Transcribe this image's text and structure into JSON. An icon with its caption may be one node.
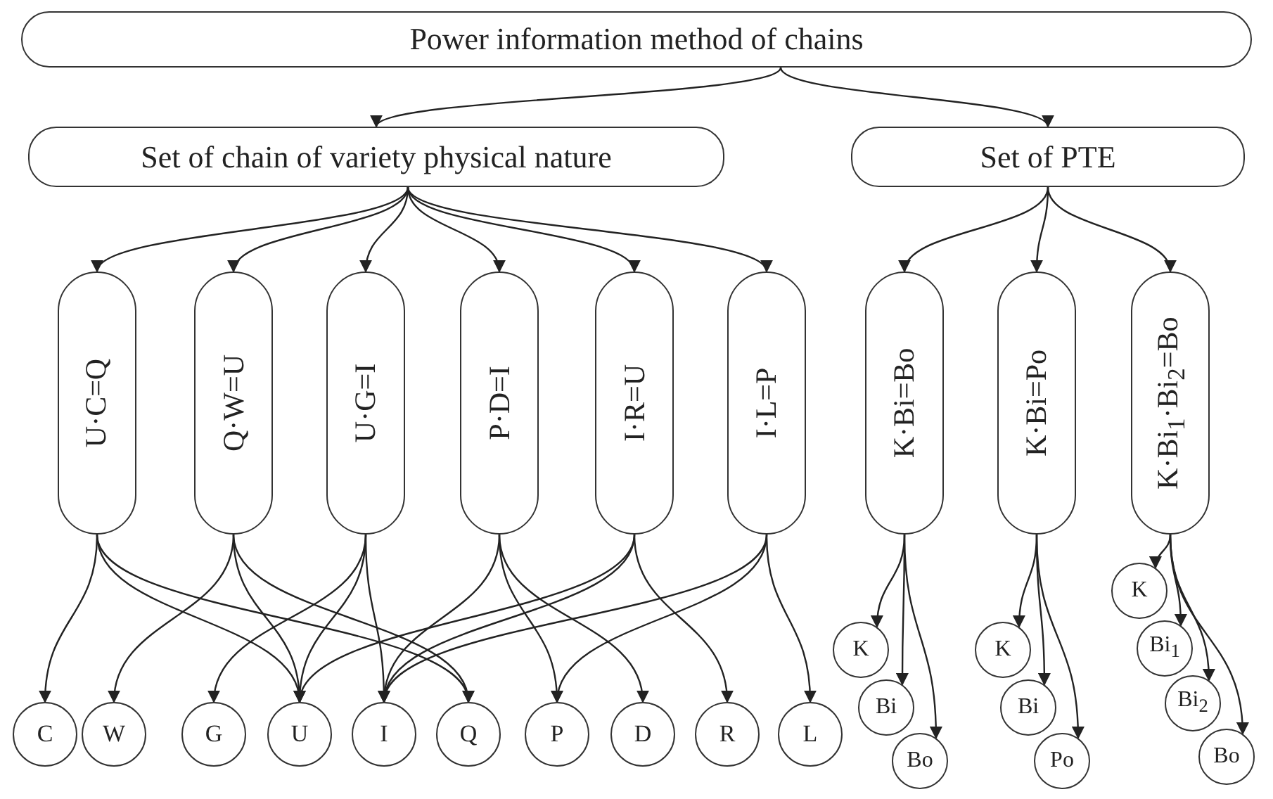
{
  "diagram": {
    "nodes": [
      {
        "text": [
          "Power information method of chains"
        ]
      },
      {
        "text": [
          "Set of chain of variety physical nature"
        ]
      },
      {
        "text": [
          "Set of PTE"
        ]
      },
      {
        "text": [
          "U·C=Q"
        ]
      },
      {
        "text": [
          "Q·W=U"
        ]
      },
      {
        "text": [
          "U·G=I"
        ]
      },
      {
        "text": [
          "P·D=I"
        ]
      },
      {
        "text": [
          "I·R=U"
        ]
      },
      {
        "text": [
          "I·L=P"
        ]
      },
      {
        "text": [
          "K·Bi=Bo"
        ]
      },
      {
        "text": [
          "K·Bi=Po"
        ]
      },
      {
        "text": [
          "K·Bi$_{1}$·Bi$_{2}$=Bo"
        ]
      },
      {
        "text": [
          "C"
        ]
      },
      {
        "text": [
          "W"
        ]
      },
      {
        "text": [
          "G"
        ]
      },
      {
        "text": [
          "U"
        ]
      },
      {
        "text": [
          "I"
        ]
      },
      {
        "text": [
          "Q"
        ]
      },
      {
        "text": [
          "P"
        ]
      },
      {
        "text": [
          "D"
        ]
      },
      {
        "text": [
          "R"
        ]
      },
      {
        "text": [
          "L"
        ]
      },
      {
        "text": [
          "K"
        ]
      },
      {
        "text": [
          "Bi"
        ]
      },
      {
        "text": [
          "Bo"
        ]
      },
      {
        "text": [
          "K"
        ]
      },
      {
        "text": [
          "Bi"
        ]
      },
      {
        "text": [
          "Po"
        ]
      },
      {
        "text": [
          "K"
        ]
      },
      {
        "text": [
          "Bi$_{1}$"
        ]
      },
      {
        "text": [
          "Bi$_{2}$"
        ]
      },
      {
        "text": [
          "Bo"
        ]
      }
    ],
    "edges": [
      {
        "from": 0,
        "to": 1,
        "arrow": "to"
      },
      {
        "from": 0,
        "to": 2,
        "arrow": "to"
      },
      {
        "from": 1,
        "to": 3,
        "arrow": "to"
      },
      {
        "from": 1,
        "to": 4,
        "arrow": "to"
      },
      {
        "from": 1,
        "to": 5,
        "arrow": "to"
      },
      {
        "from": 1,
        "to": 6,
        "arrow": "to"
      },
      {
        "from": 1,
        "to": 7,
        "arrow": "to"
      },
      {
        "from": 1,
        "to": 8,
        "arrow": "to"
      },
      {
        "from": 2,
        "to": 9,
        "arrow": "to"
      },
      {
        "from": 2,
        "to": 10,
        "arrow": "to"
      },
      {
        "from": 2,
        "to": 11,
        "arrow": "to"
      },
      {
        "from": 3,
        "to": 12,
        "arrow": "to"
      },
      {
        "from": 3,
        "to": 15,
        "arrow": "to"
      },
      {
        "from": 3,
        "to": 17,
        "arrow": "to"
      },
      {
        "from": 4,
        "to": 13,
        "arrow": "to"
      },
      {
        "from": 4,
        "to": 15,
        "arrow": "to"
      },
      {
        "from": 4,
        "to": 17,
        "arrow": "to"
      },
      {
        "from": 5,
        "to": 14,
        "arrow": "to"
      },
      {
        "from": 5,
        "to": 15,
        "arrow": "to"
      },
      {
        "from": 5,
        "to": 16,
        "arrow": "to"
      },
      {
        "from": 6,
        "to": 18,
        "arrow": "to"
      },
      {
        "from": 6,
        "to": 19,
        "arrow": "to"
      },
      {
        "from": 6,
        "to": 16,
        "arrow": "to"
      },
      {
        "from": 7,
        "to": 16,
        "arrow": "to"
      },
      {
        "from": 7,
        "to": 15,
        "arrow": "to"
      },
      {
        "from": 7,
        "to": 20,
        "arrow": "to"
      },
      {
        "from": 8,
        "to": 16,
        "arrow": "to"
      },
      {
        "from": 8,
        "to": 18,
        "arrow": "to"
      },
      {
        "from": 8,
        "to": 21,
        "arrow": "to"
      },
      {
        "from": 9,
        "to": 22,
        "arrow": "to"
      },
      {
        "from": 9,
        "to": 23,
        "arrow": "to"
      },
      {
        "from": 9,
        "to": 24,
        "arrow": "to"
      },
      {
        "from": 10,
        "to": 25,
        "arrow": "to"
      },
      {
        "from": 10,
        "to": 26,
        "arrow": "to"
      },
      {
        "from": 10,
        "to": 27,
        "arrow": "to"
      },
      {
        "from": 11,
        "to": 28,
        "arrow": "to"
      },
      {
        "from": 11,
        "to": 29,
        "arrow": "to"
      },
      {
        "from": 11,
        "to": 30,
        "arrow": "to"
      },
      {
        "from": 11,
        "to": 31,
        "arrow": "to"
      }
    ]
  }
}
